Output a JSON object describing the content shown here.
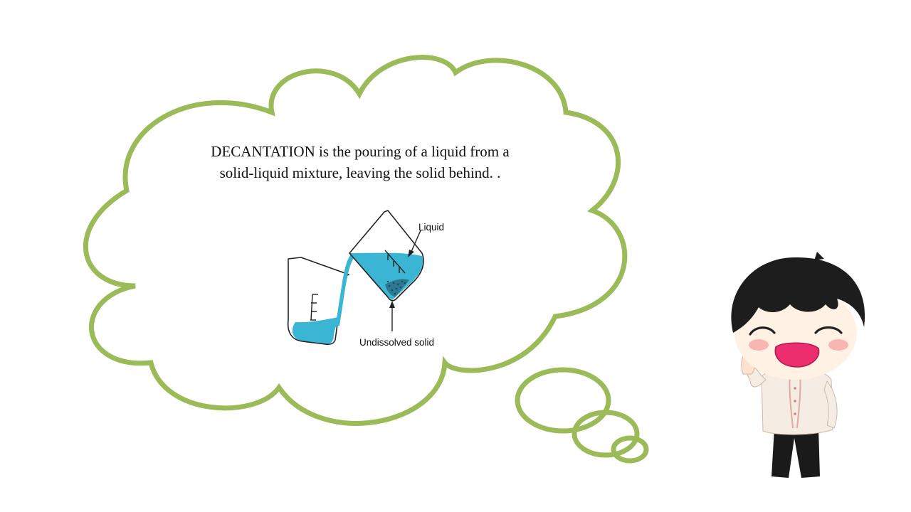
{
  "slide": {
    "definition_line1": "DECANTATION is the pouring of a liquid from a",
    "definition_line2": "solid-liquid mixture, leaving the solid behind. ."
  },
  "diagram": {
    "label_liquid": "Liquid",
    "label_solid": "Undissolved solid"
  },
  "colors": {
    "cloud_outline": "#9bbb59",
    "liquid": "#3ab5d3",
    "sediment": "#2b6f86",
    "beaker_outline": "#222222"
  },
  "icons": {
    "character": "waving-boy-in-barong-icon",
    "beakers": "pouring-beaker-icon"
  }
}
